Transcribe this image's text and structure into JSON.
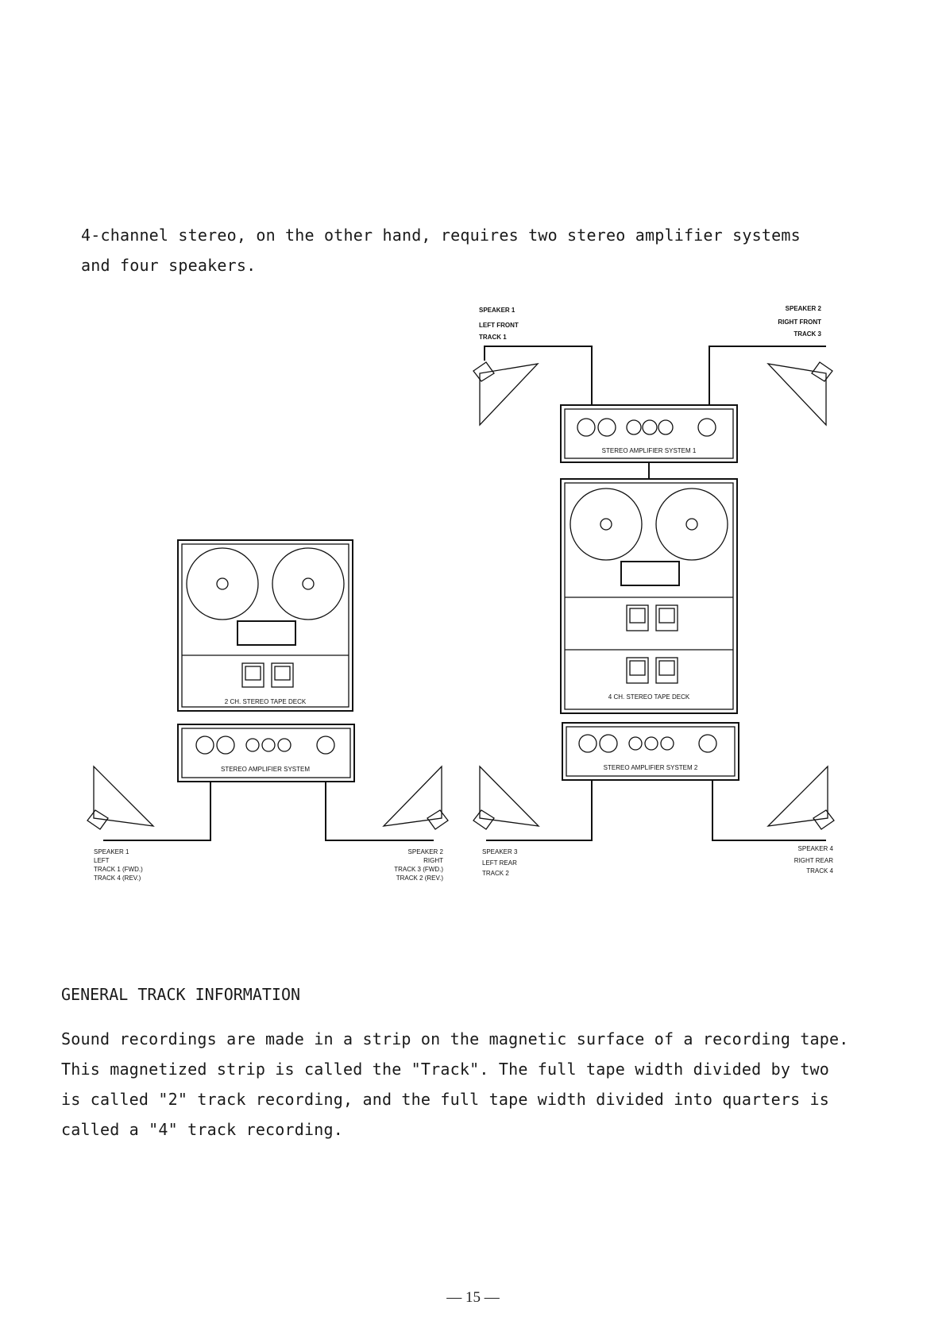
{
  "intro": {
    "line1": "4-channel stereo, on the other hand, requires two stereo amplifier systems",
    "line2": "and four speakers."
  },
  "diagram_left": {
    "deck_label": "2 CH. STEREO TAPE DECK",
    "amp_label": "STEREO AMPLIFIER SYSTEM",
    "speaker1": [
      "SPEAKER 1",
      "LEFT",
      "TRACK 1 (FWD.)",
      "TRACK 4 (REV.)"
    ],
    "speaker2": [
      "SPEAKER 2",
      "RIGHT",
      "TRACK 3 (FWD.)",
      "TRACK 2 (REV.)"
    ]
  },
  "diagram_right": {
    "amp1_label": "STEREO AMPLIFIER SYSTEM 1",
    "deck_label": "4 CH. STEREO TAPE DECK",
    "amp2_label": "STEREO AMPLIFIER SYSTEM 2",
    "speaker1": [
      "SPEAKER 1",
      "LEFT FRONT",
      "TRACK 1"
    ],
    "speaker2": [
      "SPEAKER 2",
      "RIGHT FRONT",
      "TRACK 3"
    ],
    "speaker3": [
      "SPEAKER 3",
      "LEFT REAR",
      "TRACK 2"
    ],
    "speaker4": [
      "SPEAKER 4",
      "RIGHT REAR",
      "TRACK 4"
    ]
  },
  "section": {
    "heading": "GENERAL TRACK INFORMATION",
    "line1": "Sound recordings are made in a strip on the magnetic surface of a recording tape.",
    "line2": "This magnetized strip is called the \"Track\". The full tape width divided by two",
    "line3": "is called \"2\" track recording, and the full tape width divided into quarters is",
    "line4": "called a \"4\" track recording."
  },
  "page_number": "— 15 —"
}
